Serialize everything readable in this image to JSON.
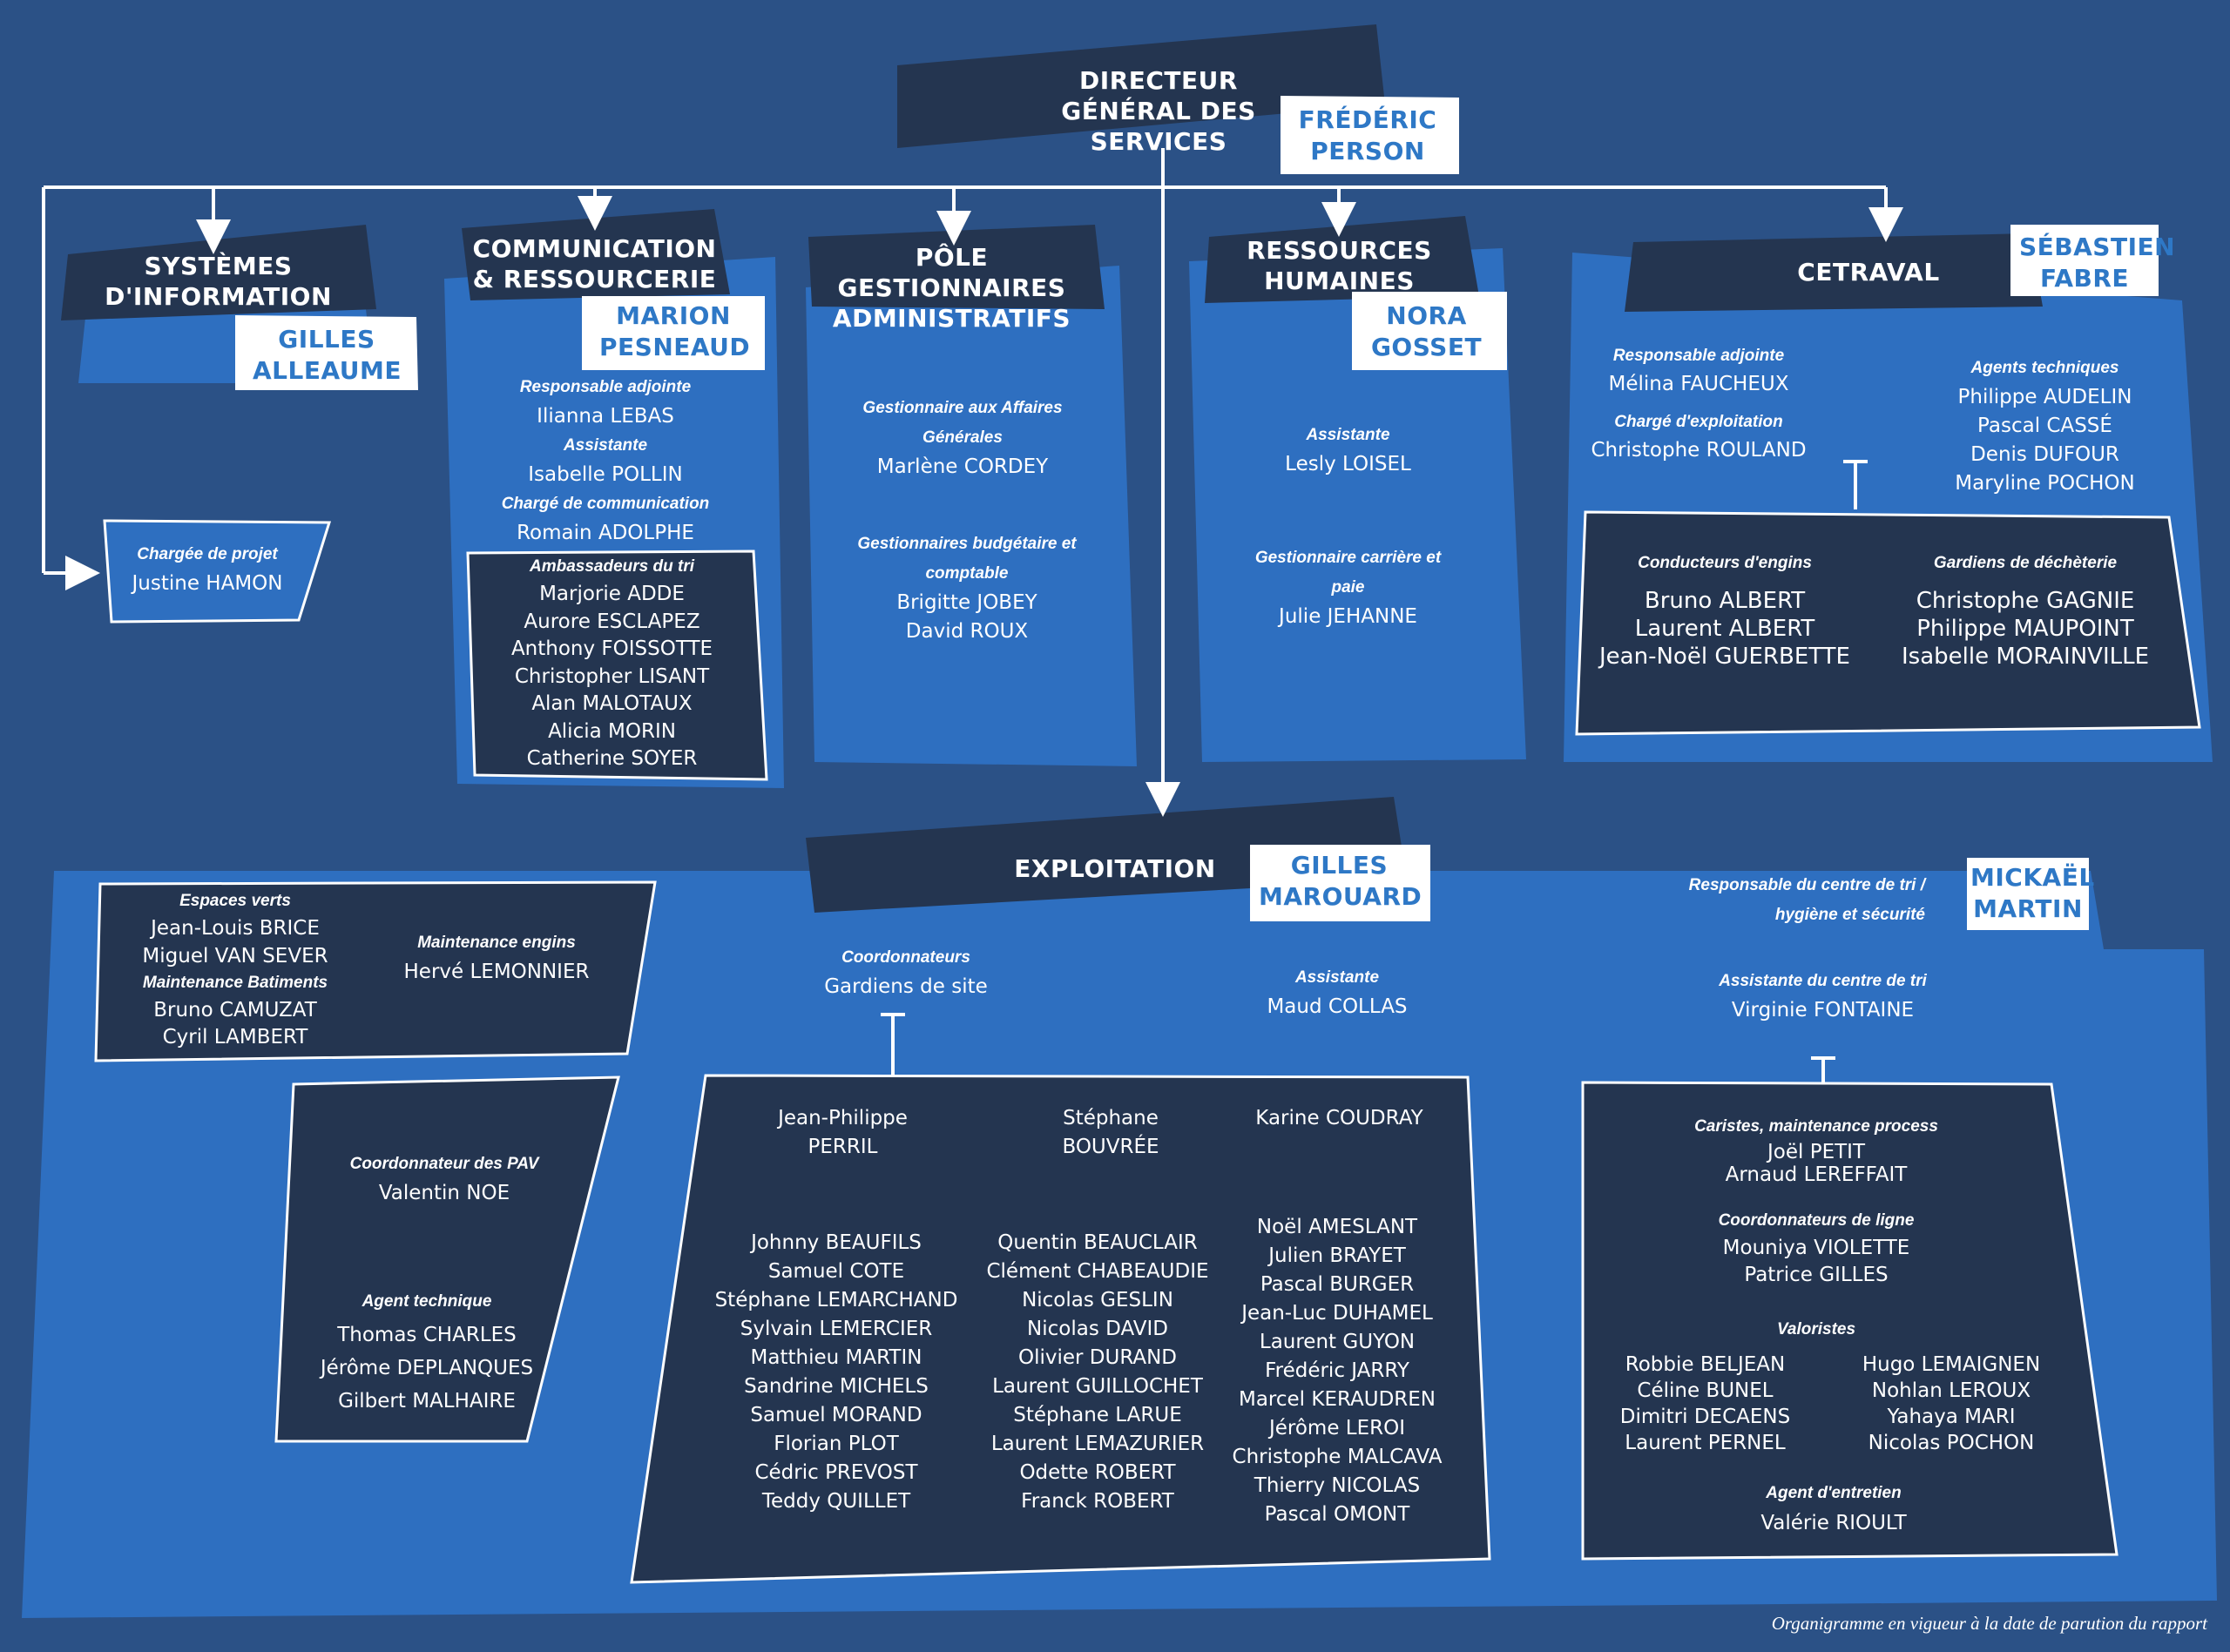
{
  "dgs": {
    "title": "DIRECTEUR GÉNÉRAL DES SERVICES",
    "name": "FRÉDÉRIC PERSON"
  },
  "si": {
    "title": "SYSTÈMES D'INFORMATION",
    "name": "GILLES ALLEAUME",
    "project_role": "Chargée de projet",
    "project_person": "Justine HAMON"
  },
  "com": {
    "title": "COMMUNICATION & RESSOURCERIE",
    "name": "MARION PESNEAUD",
    "roles": [
      {
        "role": "Responsable adjointe",
        "person": "Ilianna LEBAS"
      },
      {
        "role": "Assistante",
        "person": "Isabelle POLLIN"
      },
      {
        "role": "Chargé de communication",
        "person": "Romain ADOLPHE"
      }
    ],
    "ambassadors_title": "Ambassadeurs du tri",
    "ambassadors": [
      "Marjorie ADDE",
      "Aurore ESCLAPEZ",
      "Anthony FOISSOTTE",
      "Christopher LISANT",
      "Alan MALOTAUX",
      "Alicia MORIN",
      "Catherine SOYER"
    ]
  },
  "pole": {
    "title": "PÔLE GESTIONNAIRES ADMINISTRATIFS",
    "role1": "Gestionnaire aux Affaires Générales",
    "person1": "Marlène CORDEY",
    "role2": "Gestionnaires budgétaire et comptable",
    "persons2": [
      "Brigitte JOBEY",
      "David ROUX"
    ]
  },
  "rh": {
    "title": "RESSOURCES HUMAINES",
    "name": "NORA GOSSET",
    "role1": "Assistante",
    "person1": "Lesly LOISEL",
    "role2": "Gestionnaire carrière et paie",
    "person2": "Julie JEHANNE"
  },
  "cet": {
    "title": "CETRAVAL",
    "name": "SÉBASTIEN FABRE",
    "role1": "Responsable adjointe",
    "person1": "Mélina FAUCHEUX",
    "role2": "Chargé d'exploitation",
    "person2": "Christophe ROULAND",
    "agents_role": "Agents techniques",
    "agents": [
      "Philippe AUDELIN",
      "Pascal CASSÉ",
      "Denis DUFOUR",
      "Maryline POCHON"
    ],
    "conducteurs_role": "Conducteurs d'engins",
    "conducteurs": [
      "Bruno ALBERT",
      "Laurent ALBERT",
      "Jean-Noël GUERBETTE"
    ],
    "gardiens_role": "Gardiens de déchèterie",
    "gardiens": [
      "Christophe GAGNIE",
      "Philippe MAUPOINT",
      "Isabelle MORAINVILLE"
    ]
  },
  "exp": {
    "title": "EXPLOITATION",
    "name": "GILLES MAROUARD",
    "espaces_role": "Espaces verts",
    "espaces": [
      "Jean-Louis BRICE",
      "Miguel VAN SEVER"
    ],
    "batiments_role": "Maintenance Batiments",
    "batiments": [
      "Bruno CAMUZAT",
      "Cyril LAMBERT"
    ],
    "engins_role": "Maintenance engins",
    "engins_person": "Hervé LEMONNIER",
    "pav_role": "Coordonnateur des PAV",
    "pav_person": "Valentin NOE",
    "tech_role": "Agent technique",
    "tech": [
      "Thomas CHARLES",
      "Jérôme DEPLANQUES",
      "Gilbert MALHAIRE"
    ],
    "coord_role": "Coordonnateurs",
    "coord_person": "Gardiens de site",
    "assist_role": "Assistante",
    "assist_person": "Maud COLLAS",
    "chefs": [
      "Jean-Philippe PERRIL",
      "Stéphane BOUVRÉE",
      "Karine COUDRAY"
    ],
    "col1": [
      "Johnny BEAUFILS",
      "Samuel COTE",
      "Stéphane LEMARCHAND",
      "Sylvain LEMERCIER",
      "Matthieu MARTIN",
      "Sandrine MICHELS",
      "Samuel MORAND",
      "Florian PLOT",
      "Cédric PREVOST",
      "Teddy QUILLET"
    ],
    "col2": [
      "Quentin BEAUCLAIR",
      "Clément CHABEAUDIE",
      "Nicolas GESLIN",
      "Nicolas DAVID",
      "Olivier DURAND",
      "Laurent GUILLOCHET",
      "Stéphane LARUE",
      "Laurent LEMAZURIER",
      "Odette ROBERT",
      "Franck ROBERT"
    ],
    "col3": [
      "Noël AMESLANT",
      "Julien BRAYET",
      "Pascal BURGER",
      "Jean-Luc DUHAMEL",
      "Laurent GUYON",
      "Frédéric JARRY",
      "Marcel KERAUDREN",
      "Jérôme LEROI",
      "Christophe MALCAVA",
      "Thierry NICOLAS",
      "Pascal OMONT"
    ]
  },
  "tri": {
    "role": "Responsable du centre de tri / hygiène et sécurité",
    "name": "MICKAËL MARTIN",
    "assist_role": "Assistante du centre de tri",
    "assist_person": "Virginie FONTAINE",
    "caristes_role": "Caristes, maintenance process",
    "caristes": [
      "Joël PETIT",
      "Arnaud LEREFFAIT"
    ],
    "ligne_role": "Coordonnateurs de ligne",
    "ligne": [
      "Mouniya VIOLETTE",
      "Patrice GILLES"
    ],
    "valoristes_role": "Valoristes",
    "valoristes1": [
      "Robbie BELJEAN",
      "Céline BUNEL",
      "Dimitri DECAENS",
      "Laurent PERNEL"
    ],
    "valoristes2": [
      "Hugo LEMAIGNEN",
      "Nohlan LEROUX",
      "Yahaya MARI",
      "Nicolas POCHON"
    ],
    "entretien_role": "Agent d'entretien",
    "entretien_person": "Valérie RIOULT"
  },
  "footer": "Organigramme en vigueur à la date de parution du rapport",
  "colors": {
    "background": "#2b5186",
    "panel": "#2e6fc0",
    "dark": "#243550",
    "name_blue": "#2e78c6",
    "white": "#ffffff"
  }
}
